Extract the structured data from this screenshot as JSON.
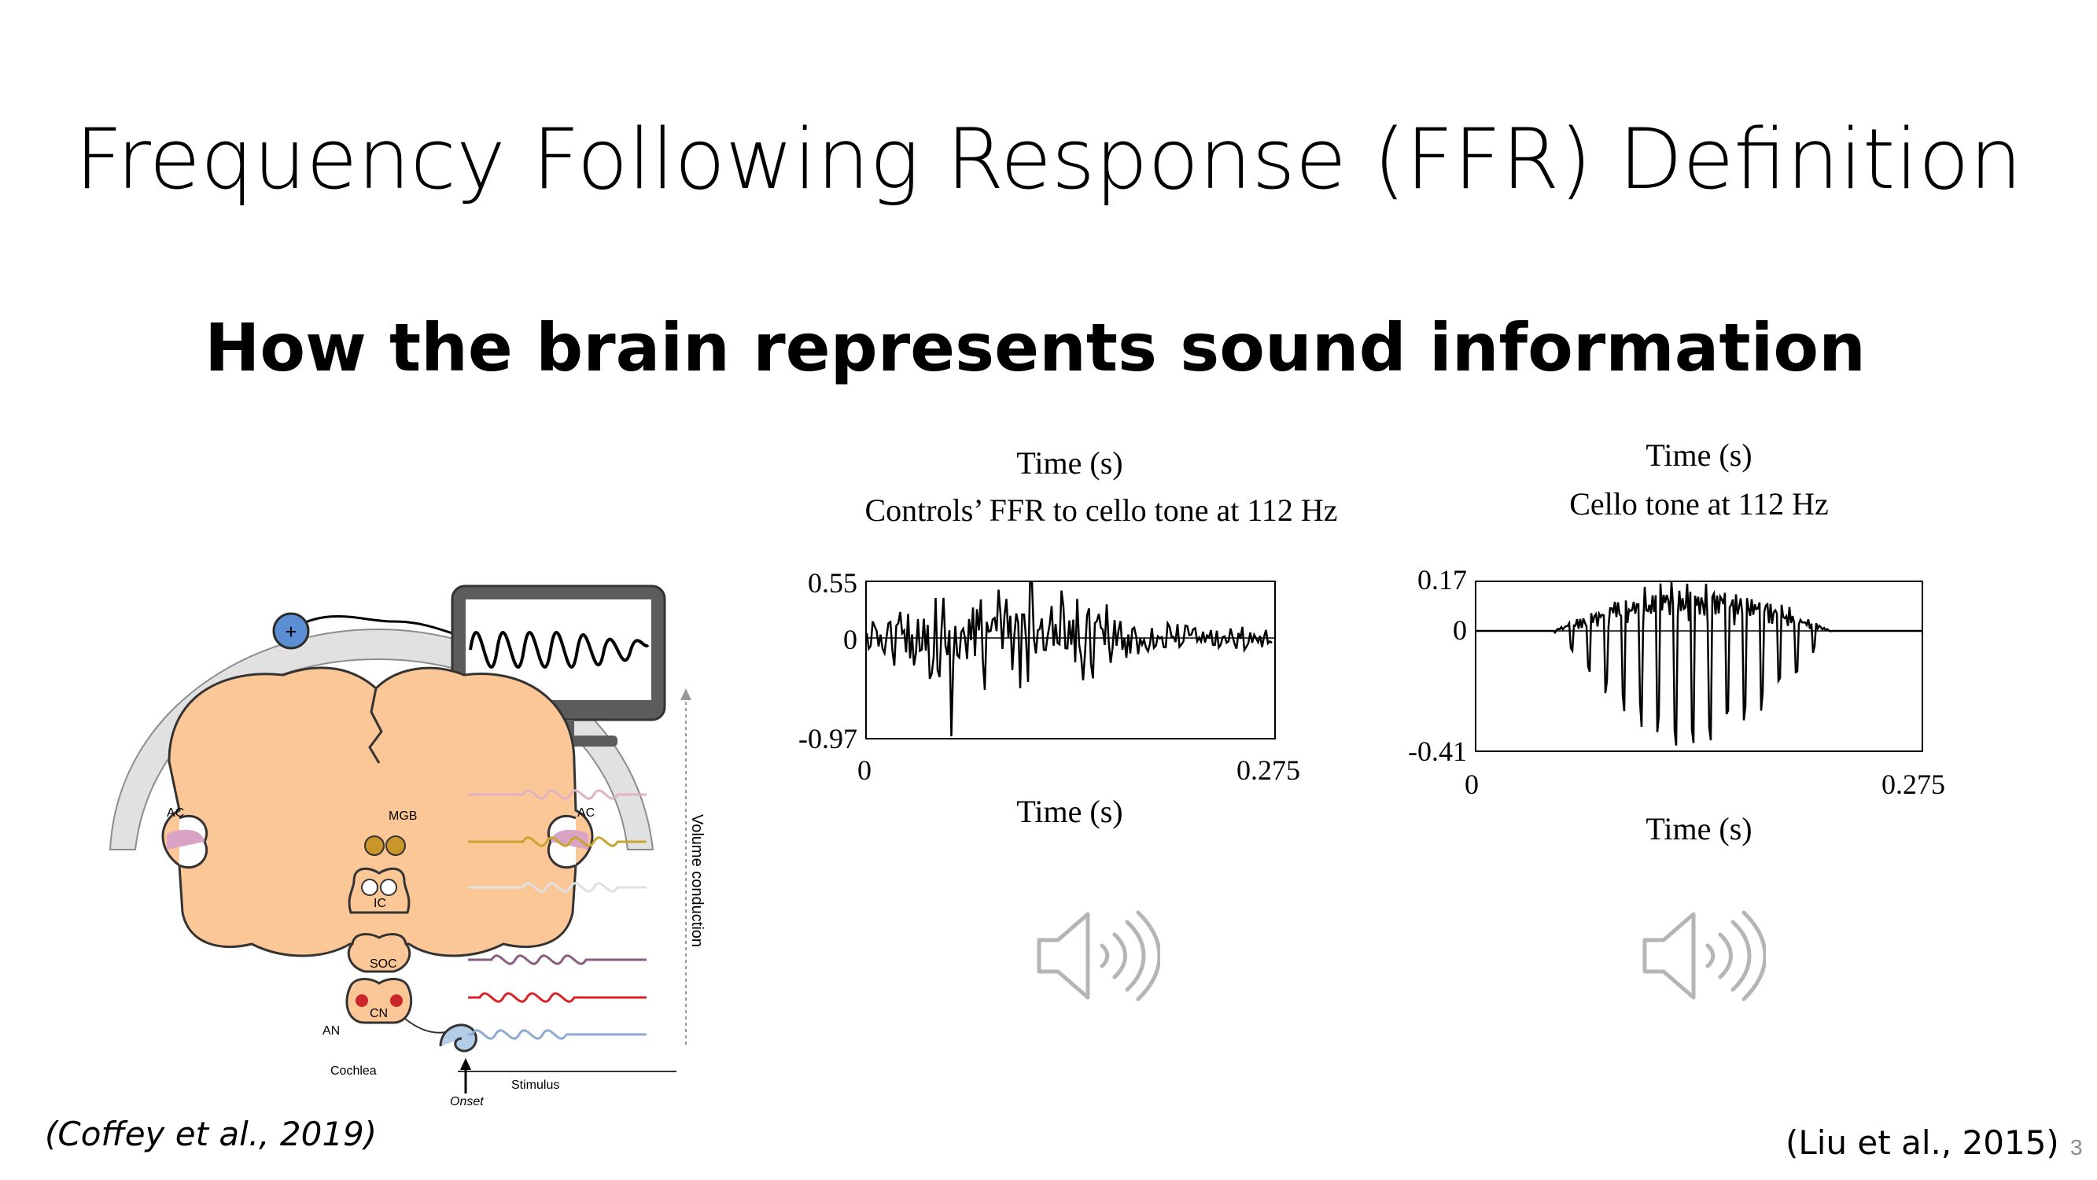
{
  "slide": {
    "title": "Frequency Following Response (FFR) Definition",
    "subtitle": "How the brain represents sound information",
    "page_number": "3"
  },
  "diagram": {
    "labels": {
      "ac_left": "AC",
      "ac_right": "AC",
      "mgb": "MGB",
      "ic": "IC",
      "soc": "SOC",
      "cn": "CN",
      "an": "AN",
      "cochlea": "Cochlea",
      "stimulus": "Stimulus",
      "onset": "Onset",
      "volume_conduction": "Volume conduction",
      "electrode": "+"
    },
    "colors": {
      "brain": "#fcc797",
      "head": "#e1e1e1",
      "electrode": "#5b8ed3",
      "nucleus": "#c9962a",
      "cn_dots": "#c9252b"
    },
    "citation": "(Coffey et al., 2019)"
  },
  "panel_left": {
    "top_label": "Time (s)",
    "caption": "Controls’ FFR to cello tone at 112 Hz",
    "y_ticks": [
      "0.55",
      "0",
      "-0.97"
    ],
    "x_ticks": [
      "0",
      "0.275"
    ],
    "x_label": "Time (s)",
    "audio_icon": "speaker-icon"
  },
  "panel_right": {
    "top_label": "Time (s)",
    "caption": "Cello tone at 112 Hz",
    "y_ticks": [
      "0.17",
      "0",
      "-0.41"
    ],
    "x_ticks": [
      "0",
      "0.275"
    ],
    "x_label": "Time (s)",
    "audio_icon": "speaker-icon"
  },
  "citation_right": "(Liu et al., 2015)"
}
